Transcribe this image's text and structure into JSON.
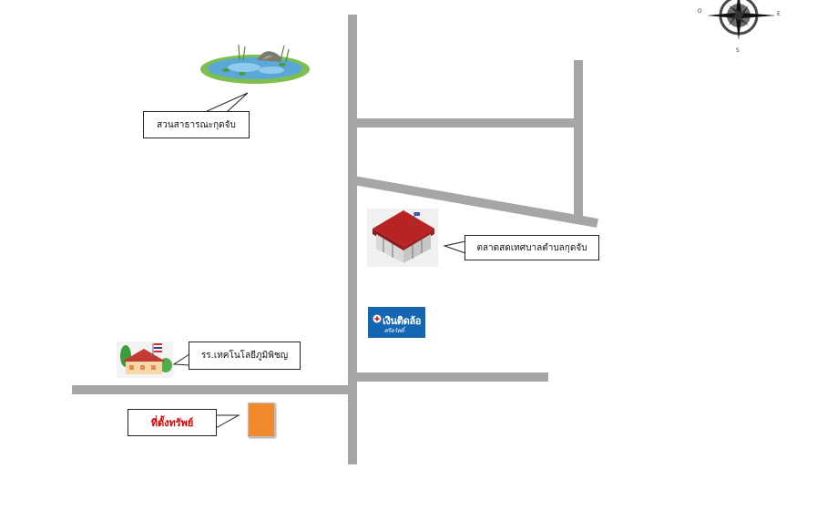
{
  "landmarks": {
    "park": {
      "label": "สวนสาธารณะกุดจับ"
    },
    "market": {
      "label": "ตลาดสดเทศบาลตำบลกุดจับ"
    },
    "school": {
      "label": "รร.เทคโนโลยีภูมิพิชญ"
    },
    "property": {
      "label": "ที่ตั้งทรัพย์"
    },
    "brand_sign": {
      "name": "เงินติดล้อ",
      "tagline": "ศรีสวัสดิ์"
    }
  },
  "compass": {
    "west": "O",
    "east": "E",
    "south": "S"
  },
  "colors": {
    "road": "#a6a6a6",
    "property_marker": "#f08a2c",
    "property_text": "#e00000",
    "brand_bg": "#1566b2",
    "market_roof": "#b82423",
    "pond_water": "#5aa7d8"
  }
}
